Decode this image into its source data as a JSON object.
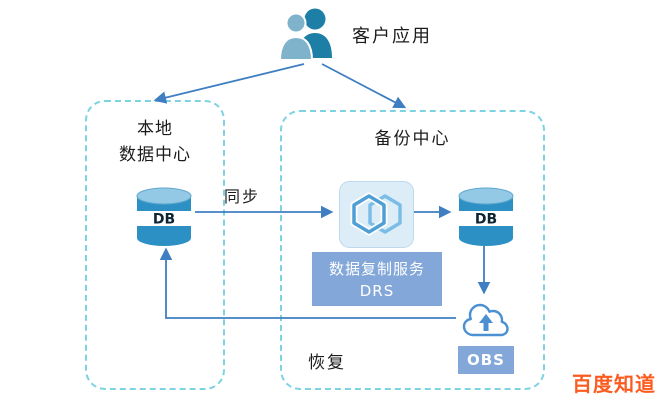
{
  "diagram": {
    "customer_app_label": "客户应用",
    "sync_label": "同步",
    "recovery_label": "恢复",
    "local_dc": {
      "title_line1": "本地",
      "title_line2": "数据中心",
      "db_label": "DB"
    },
    "backup_dc": {
      "title": "备份中心",
      "drs_line1": "数据复制服务",
      "drs_line2": "DRS",
      "db_label": "DB",
      "obs_label": "OBS"
    },
    "watermark": "百度知道",
    "colors": {
      "dashed_border": "#7ed3e2",
      "arrow": "#3f7fc1",
      "label_bg": "#82a7d8",
      "db_body": "#2d90c4",
      "db_top": "#93c9e4",
      "person_front": "#7fb3cc",
      "person_back": "#1e7fa6",
      "watermark": "#fb5b1f"
    }
  }
}
